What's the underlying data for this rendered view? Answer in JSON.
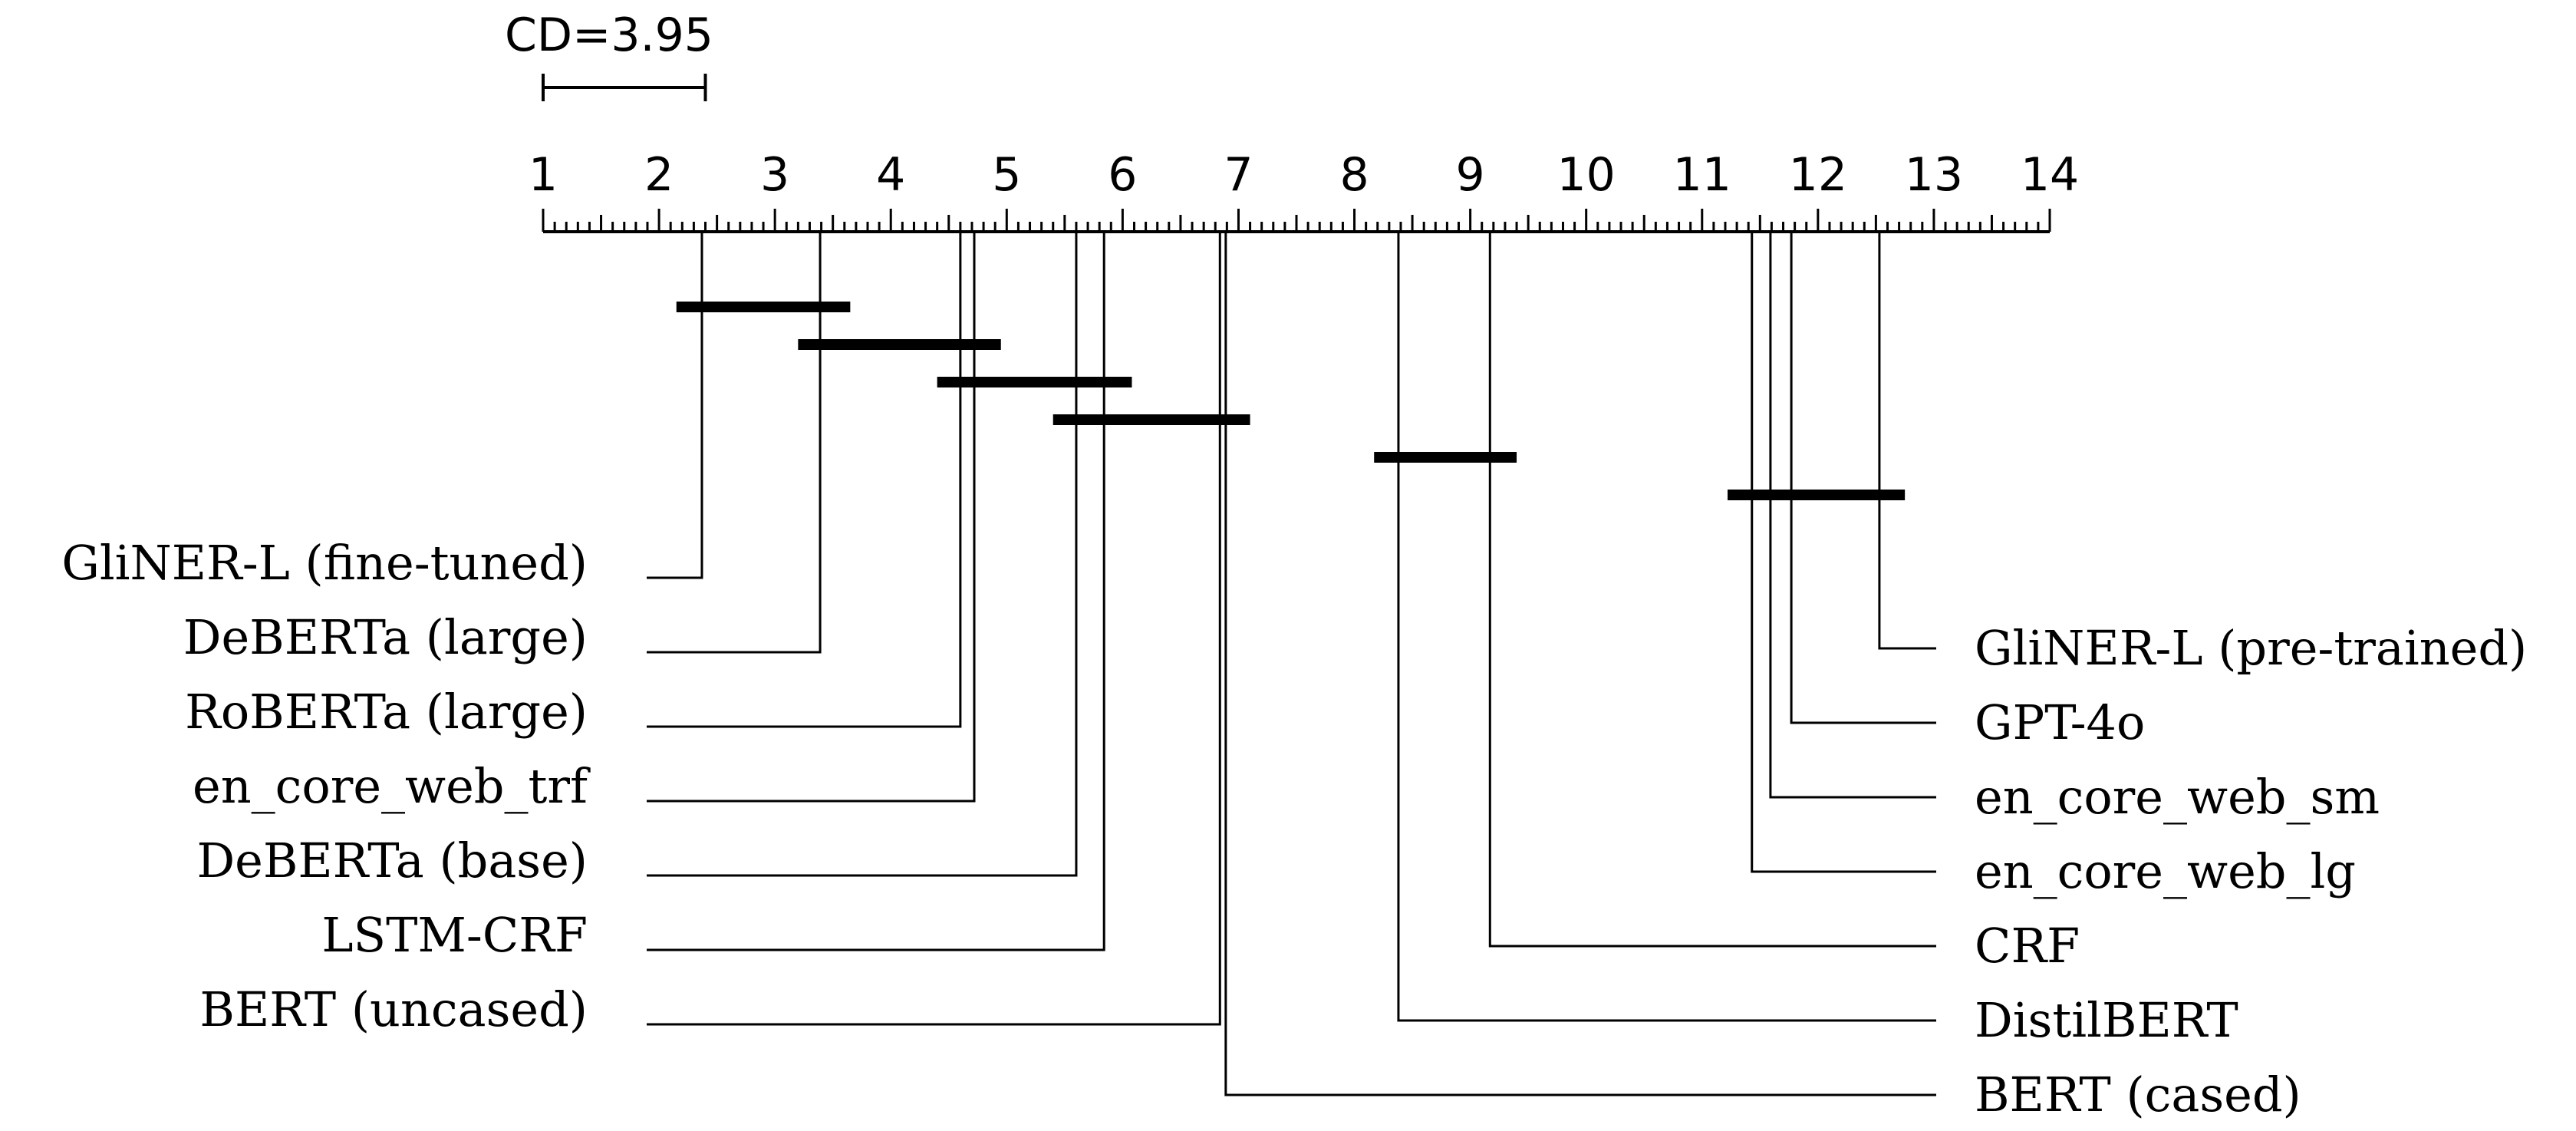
{
  "chart_data": {
    "type": "critical-difference-diagram",
    "axis": {
      "min": 1,
      "max": 14,
      "major_ticks": [
        1,
        2,
        3,
        4,
        5,
        6,
        7,
        8,
        9,
        10,
        11,
        12,
        13,
        14
      ],
      "minor_step": 0.1,
      "mid_step": 0.5,
      "orientation": "top"
    },
    "cd": {
      "label": "CD=3.95",
      "value": 3.95,
      "bar_start": 1,
      "bar_end": 2.4
    },
    "methods_left": [
      {
        "name": "GliNER-L (fine-tuned)",
        "rank": 2.37
      },
      {
        "name": "DeBERTa (large)",
        "rank": 3.39
      },
      {
        "name": "RoBERTa (large)",
        "rank": 4.6
      },
      {
        "name": "en_core_web_trf",
        "rank": 4.72
      },
      {
        "name": "DeBERTa (base)",
        "rank": 5.6
      },
      {
        "name": "LSTM-CRF",
        "rank": 5.84
      },
      {
        "name": "BERT (uncased)",
        "rank": 6.84
      }
    ],
    "methods_right": [
      {
        "name": "GliNER-L (pre-trained)",
        "rank": 12.53
      },
      {
        "name": "GPT-4o",
        "rank": 11.77
      },
      {
        "name": "en_core_web_sm",
        "rank": 11.59
      },
      {
        "name": "en_core_web_lg",
        "rank": 11.43
      },
      {
        "name": "CRF",
        "rank": 9.17
      },
      {
        "name": "DistilBERT",
        "rank": 8.38
      },
      {
        "name": "BERT (cased)",
        "rank": 6.89
      }
    ],
    "cliques": [
      [
        2.15,
        3.65
      ],
      [
        3.2,
        4.95
      ],
      [
        4.4,
        6.08
      ],
      [
        5.4,
        7.1
      ],
      [
        8.17,
        9.4
      ],
      [
        11.22,
        12.75
      ]
    ]
  }
}
